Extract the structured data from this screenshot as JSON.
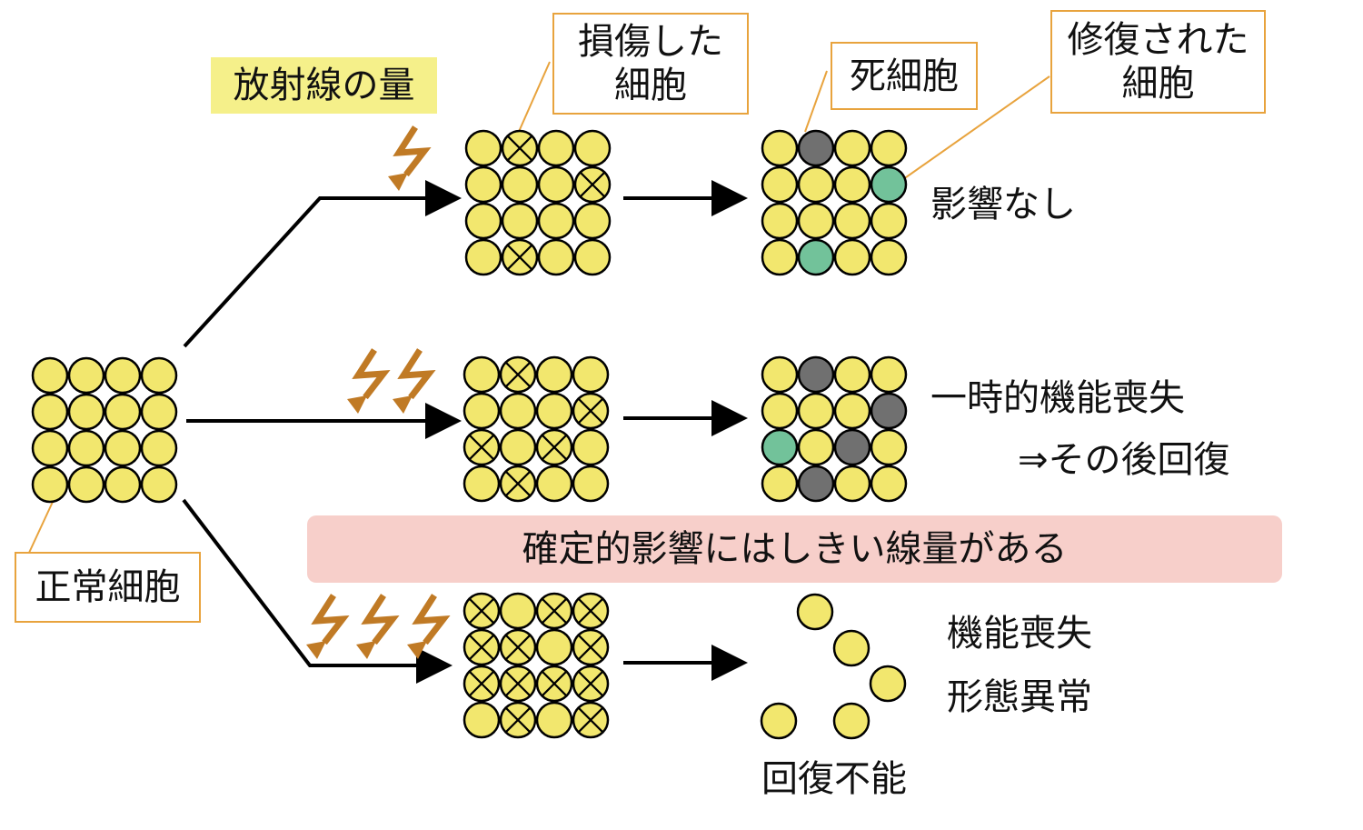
{
  "colors": {
    "cell_normal": "#f2e76e",
    "cell_dead": "#707070",
    "cell_repaired": "#72c29a",
    "label_border": "#e8a33d",
    "bolt": "#c07a25",
    "dose_bg": "#f5f08a",
    "threshold_bg": "#f7cfca"
  },
  "labels": {
    "dose": "放射線の量",
    "normal_cell": "正常細胞",
    "damaged_cell": [
      "損傷した",
      "細胞"
    ],
    "dead_cell": "死細胞",
    "repaired_cell": [
      "修復された",
      "細胞"
    ]
  },
  "outcomes": {
    "low": "影響なし",
    "medium_line1": "一時的機能喪失",
    "medium_line2": "⇒その後回復",
    "high_line1": "機能喪失",
    "high_line2": "形態異常",
    "high_bottom": "回復不能"
  },
  "threshold_banner": "確定的影響にはしきい線量がある",
  "icons": {
    "radiation": "lightning-bolt-icon",
    "damage": "x-mark-icon"
  },
  "grids": {
    "normal": [
      "nnnn",
      "nnnn",
      "nnnn",
      "nnnn"
    ],
    "low_damaged": [
      "nxnn",
      "nnnx",
      "nnnn",
      "nxnn"
    ],
    "low_result": [
      "ndnn",
      "nnnr",
      "nnnn",
      "nrnn"
    ],
    "medium_damaged": [
      "nxnn",
      "nnnx",
      "xnxn",
      "nxnn"
    ],
    "medium_result": [
      "ndnn",
      "nnnd",
      "rndn",
      "ndnn"
    ],
    "high_damaged": [
      "xnxx",
      "xxnx",
      "xxxx",
      "nxnx"
    ]
  },
  "bolt_counts": {
    "low": 1,
    "medium": 2,
    "high": 3
  }
}
